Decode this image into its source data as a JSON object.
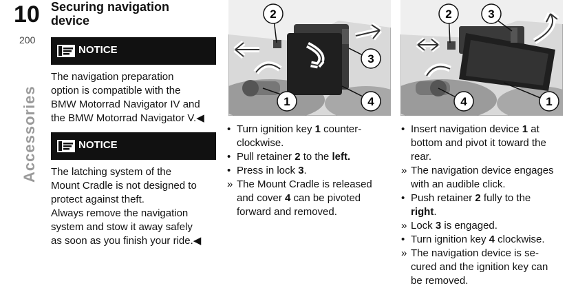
{
  "sidebar": {
    "chapter_number": "10",
    "page_number": "200",
    "chapter_title": "Accessories"
  },
  "section": {
    "title_line1": "Securing navigation",
    "title_line2": "device"
  },
  "notice1": {
    "label": "NOTICE",
    "text_lines": [
      "The navigation preparation",
      "option is compatible with the",
      "BMW Motorrad Navigator IV and",
      "the BMW Motorrad Navigator V.◀"
    ]
  },
  "notice2": {
    "label": "NOTICE",
    "text_lines": [
      "The latching system of the",
      "Mount Cradle is not designed to",
      "protect against theft.",
      "Always remove the navigation",
      "system and stow it away safely",
      "as soon as you finish your ride.◀"
    ]
  },
  "figure1": {
    "callouts": [
      "2",
      "3",
      "1",
      "4"
    ]
  },
  "figure2": {
    "callouts": [
      "2",
      "3",
      "4",
      "1"
    ]
  },
  "steps1": [
    {
      "mark": "•",
      "lines": [
        "Turn ignition key ",
        "1",
        " counter-",
        "clockwise."
      ]
    },
    {
      "mark": "•",
      "lines": [
        "Pull retainer ",
        "2",
        " to the ",
        "left."
      ]
    },
    {
      "mark": "•",
      "lines": [
        "Press in lock ",
        "3",
        "."
      ]
    },
    {
      "mark": "»",
      "lines": [
        "The Mount Cradle is released",
        "and cover ",
        "4",
        " can be pivoted",
        "forward and removed."
      ]
    }
  ],
  "steps2": [
    {
      "mark": "•",
      "lines": [
        "Insert navigation device ",
        "1",
        " at",
        "bottom and pivot it toward the",
        "rear."
      ]
    },
    {
      "mark": "»",
      "lines": [
        "The navigation device engages",
        "with an audible click."
      ]
    },
    {
      "mark": "•",
      "lines": [
        "Push retainer ",
        "2",
        " fully to the",
        "right",
        "."
      ]
    },
    {
      "mark": "»",
      "lines": [
        "Lock ",
        "3",
        " is engaged."
      ]
    },
    {
      "mark": "•",
      "lines": [
        "Turn ignition key ",
        "4",
        " clockwise."
      ]
    },
    {
      "mark": "»",
      "lines": [
        "The navigation device is se-",
        "cured and the ignition key can",
        "be removed."
      ]
    }
  ]
}
